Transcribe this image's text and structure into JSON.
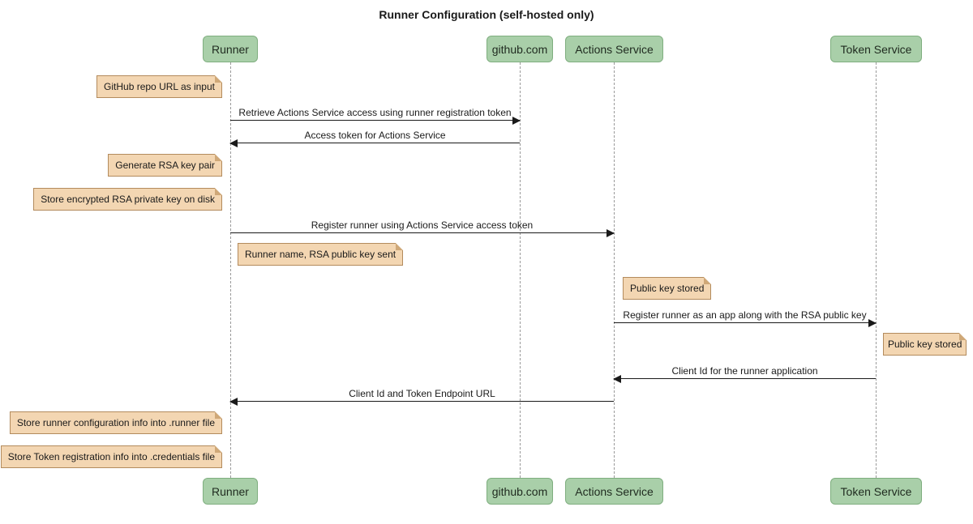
{
  "title": "Runner Configuration (self-hosted only)",
  "actors": [
    {
      "name": "Runner"
    },
    {
      "name": "github.com"
    },
    {
      "name": "Actions Service"
    },
    {
      "name": "Token Service"
    }
  ],
  "messages": [
    {
      "from": "Runner",
      "to": "github.com",
      "label": "Retrieve Actions Service access using runner registration token"
    },
    {
      "from": "github.com",
      "to": "Runner",
      "label": "Access token for Actions Service"
    },
    {
      "from": "Runner",
      "to": "Actions Service",
      "label": "Register runner using Actions Service access token"
    },
    {
      "from": "Actions Service",
      "to": "Token Service",
      "label": "Register runner as an app along with the RSA public key"
    },
    {
      "from": "Token Service",
      "to": "Actions Service",
      "label": "Client Id for the runner application"
    },
    {
      "from": "Actions Service",
      "to": "Runner",
      "label": "Client Id and Token Endpoint URL"
    }
  ],
  "notes": [
    {
      "anchor": "Runner",
      "side": "left",
      "label": "GitHub repo URL as input"
    },
    {
      "anchor": "Runner",
      "side": "left",
      "label": "Generate RSA key pair"
    },
    {
      "anchor": "Runner",
      "side": "left",
      "label": "Store encrypted RSA private key on disk"
    },
    {
      "anchor": "Runner",
      "side": "right",
      "label": "Runner name, RSA public key sent"
    },
    {
      "anchor": "Actions Service",
      "side": "right",
      "label": "Public key stored"
    },
    {
      "anchor": "Token Service",
      "side": "right",
      "label": "Public key stored"
    },
    {
      "anchor": "Runner",
      "side": "left",
      "label": "Store runner configuration info into .runner file"
    },
    {
      "anchor": "Runner",
      "side": "left",
      "label": "Store Token registration info into .credentials file"
    }
  ],
  "colors": {
    "actor_fill": "#a9cfa9",
    "actor_border": "#7fae7f",
    "note_fill": "#f3d6b2",
    "note_border": "#b38b5d",
    "lifeline": "#9a9a9a",
    "arrow": "#1a1a1a"
  }
}
